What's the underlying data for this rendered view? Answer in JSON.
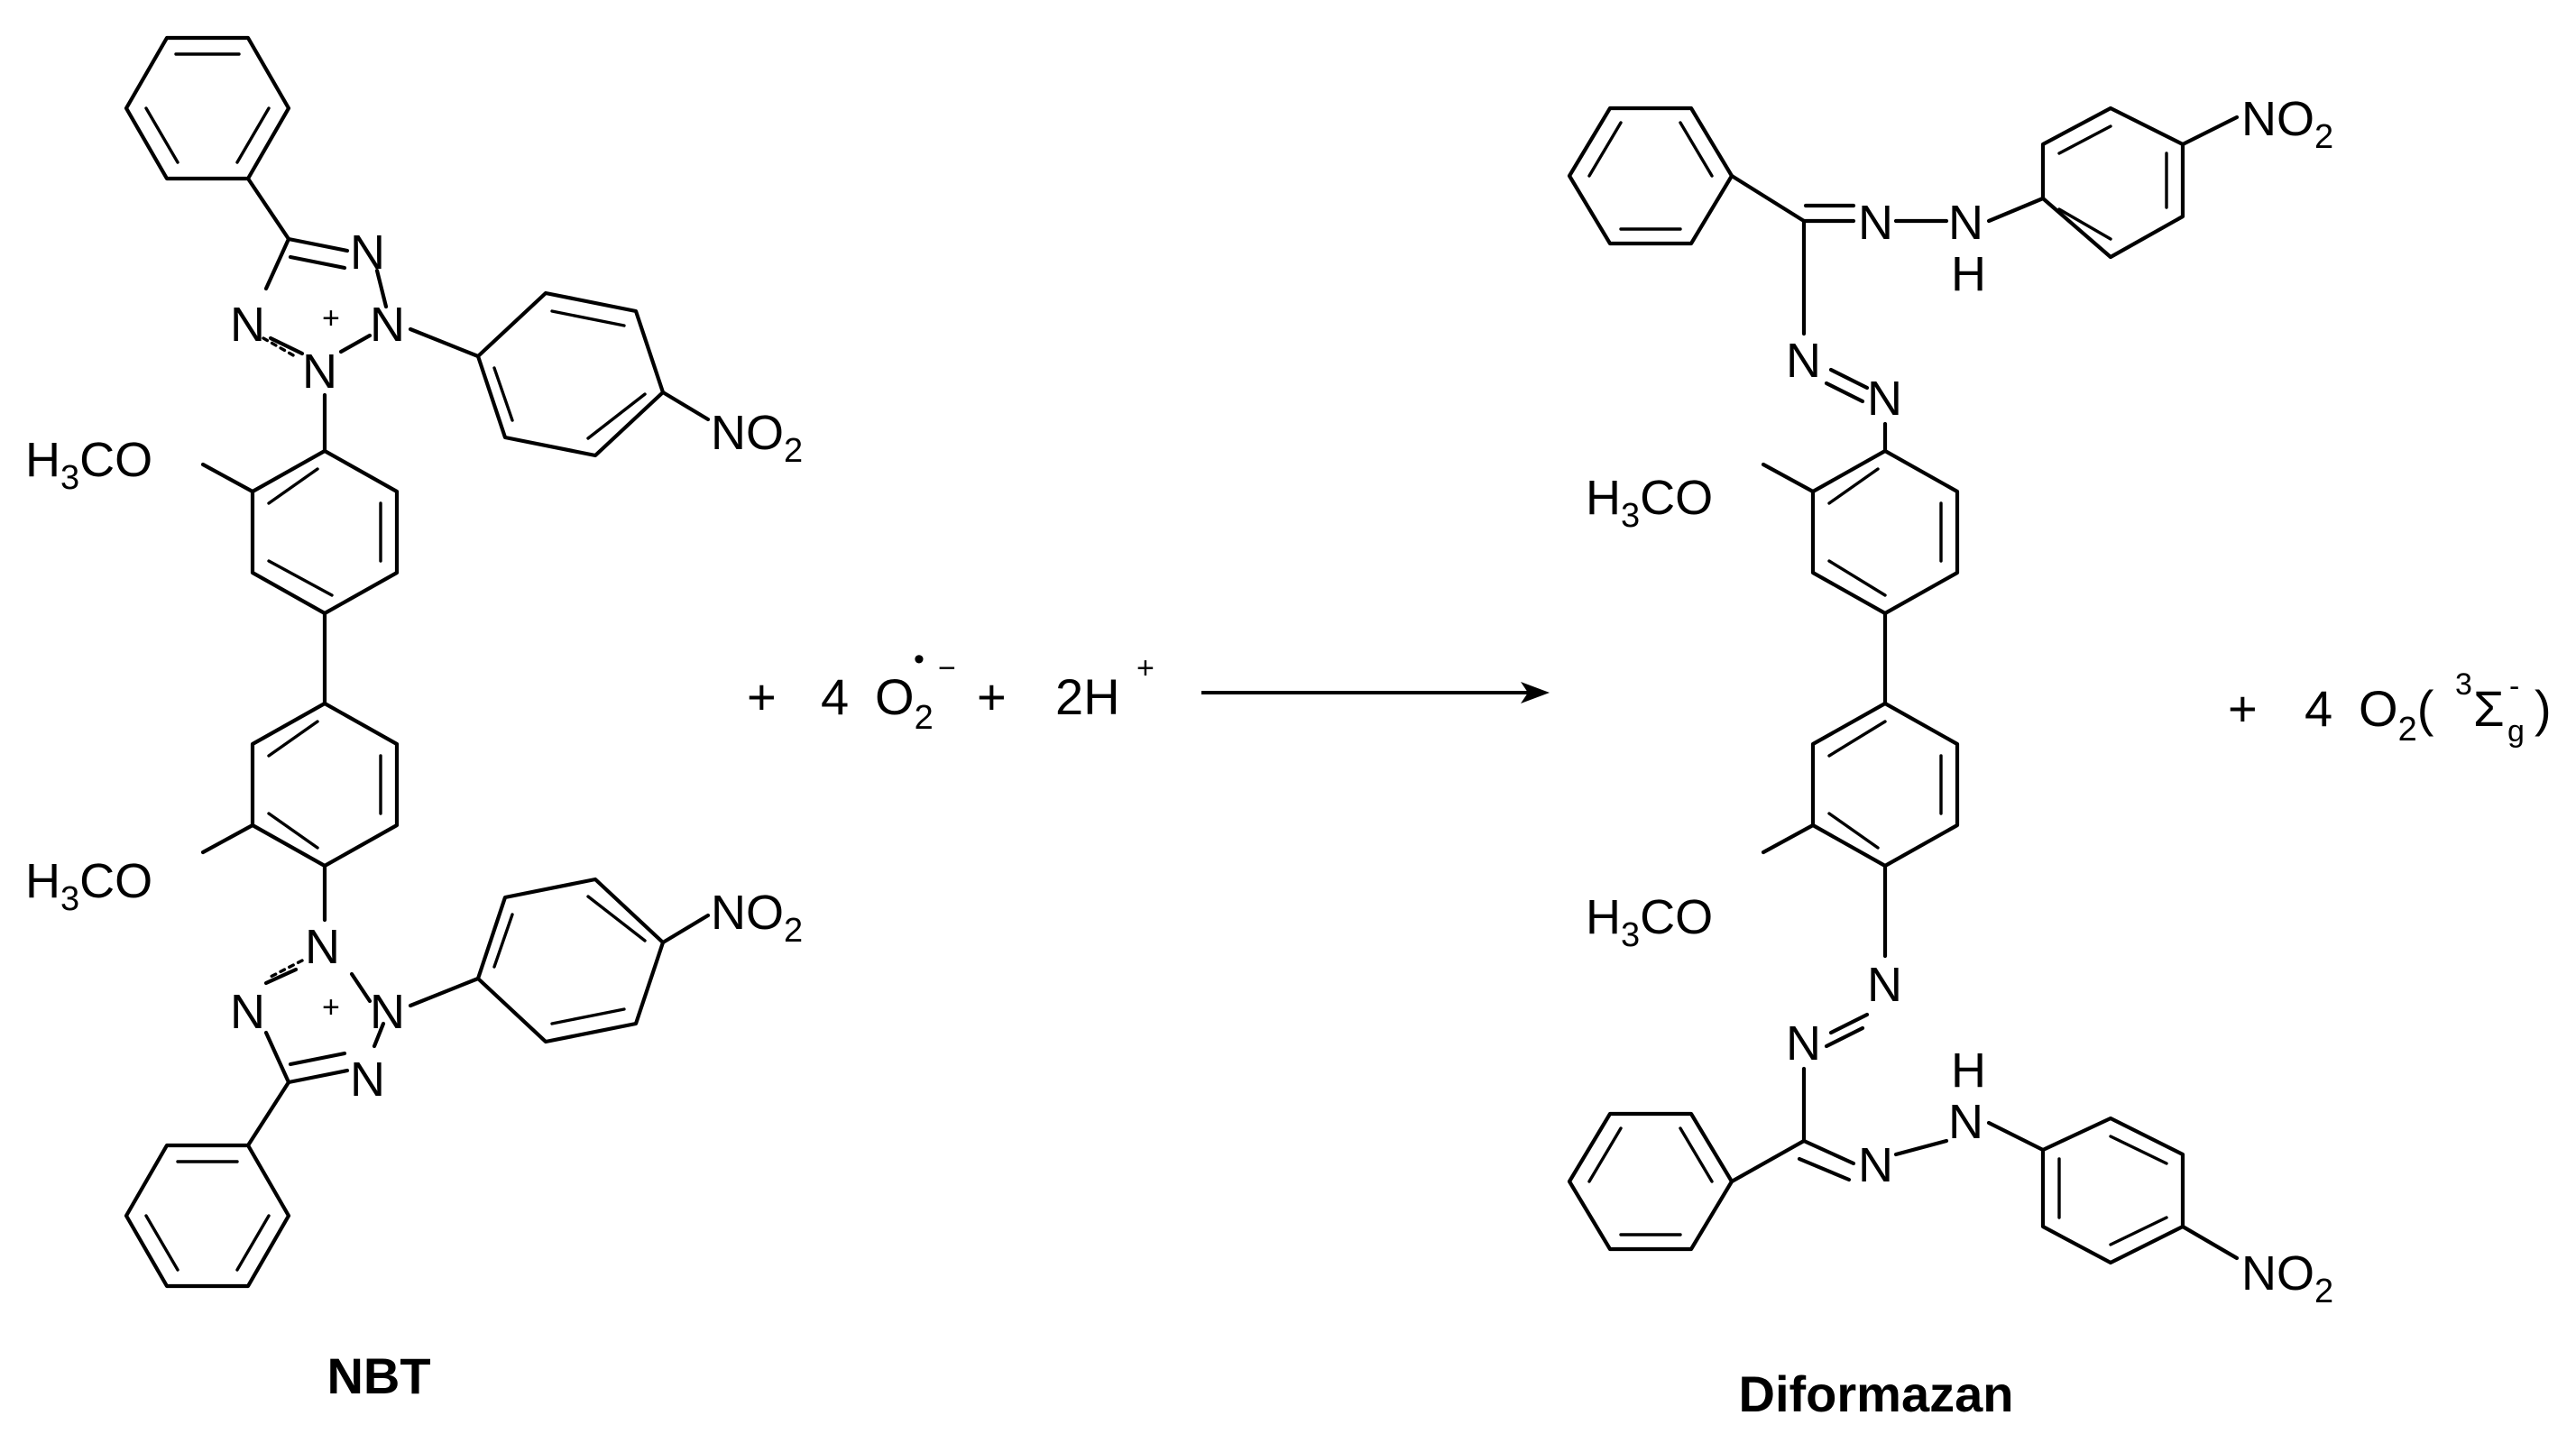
{
  "reactant": {
    "name": "NBT",
    "labels": {
      "methoxy_main": "H",
      "methoxy_sub": "3",
      "methoxy_tail": "CO",
      "nitro_main": "NO",
      "nitro_sub": "2",
      "nitrogen": "N",
      "charge": "+"
    }
  },
  "reagents": {
    "plus": "+",
    "coef_superoxide": "4",
    "superoxide_main": "O",
    "superoxide_sub": "2",
    "superoxide_radical": "•",
    "superoxide_charge": "−",
    "protons": "2H",
    "proton_charge": "+"
  },
  "arrow": {
    "type": "reaction-arrow"
  },
  "product": {
    "name": "Diformazan",
    "labels": {
      "methoxy_main": "H",
      "methoxy_sub": "3",
      "methoxy_tail": "CO",
      "nitro_main": "NO",
      "nitro_sub": "2",
      "nitrogen": "N",
      "hydrogen": "H"
    }
  },
  "byproduct": {
    "plus": "+",
    "coef": "4",
    "o2_main": "O",
    "o2_sub": "2",
    "open_paren": "(",
    "term_sup": "3",
    "term_symbol": "Σ",
    "term_sub": "g",
    "term_charge": "-",
    "close_paren": ")"
  },
  "colors": {
    "ink": "#000000",
    "background": "#ffffff"
  }
}
